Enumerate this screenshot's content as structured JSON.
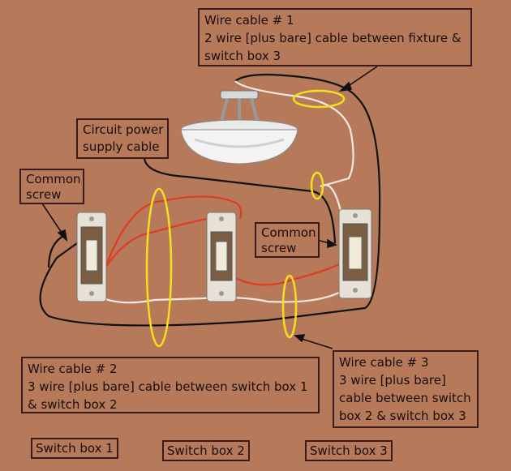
{
  "labels": {
    "wire_cable_1": [
      "Wire cable # 1",
      "2 wire [plus bare] cable between fixture &",
      "switch box 3"
    ],
    "circuit_power": [
      "Circuit power",
      "supply cable"
    ],
    "common_screw_left": [
      "Common",
      "screw"
    ],
    "common_screw_right": [
      "Common",
      "screw"
    ],
    "wire_cable_2": [
      "Wire cable # 2",
      "3 wire [plus bare] cable between switch box 1",
      "& switch box 2"
    ],
    "wire_cable_3": [
      "Wire cable # 3",
      "3 wire [plus bare]",
      "cable between switch",
      "box 2 & switch box 3"
    ],
    "switch_box_1": "Switch box 1",
    "switch_box_2": "Switch box 2",
    "switch_box_3": "Switch box 3"
  },
  "colors": {
    "background": "#b67a5b",
    "black_wire": "#111111",
    "white_wire": "#f4e9e2",
    "red_wire": "#e23a20",
    "highlight": "#f2e020",
    "switch_plate": "#8a6a4a"
  }
}
